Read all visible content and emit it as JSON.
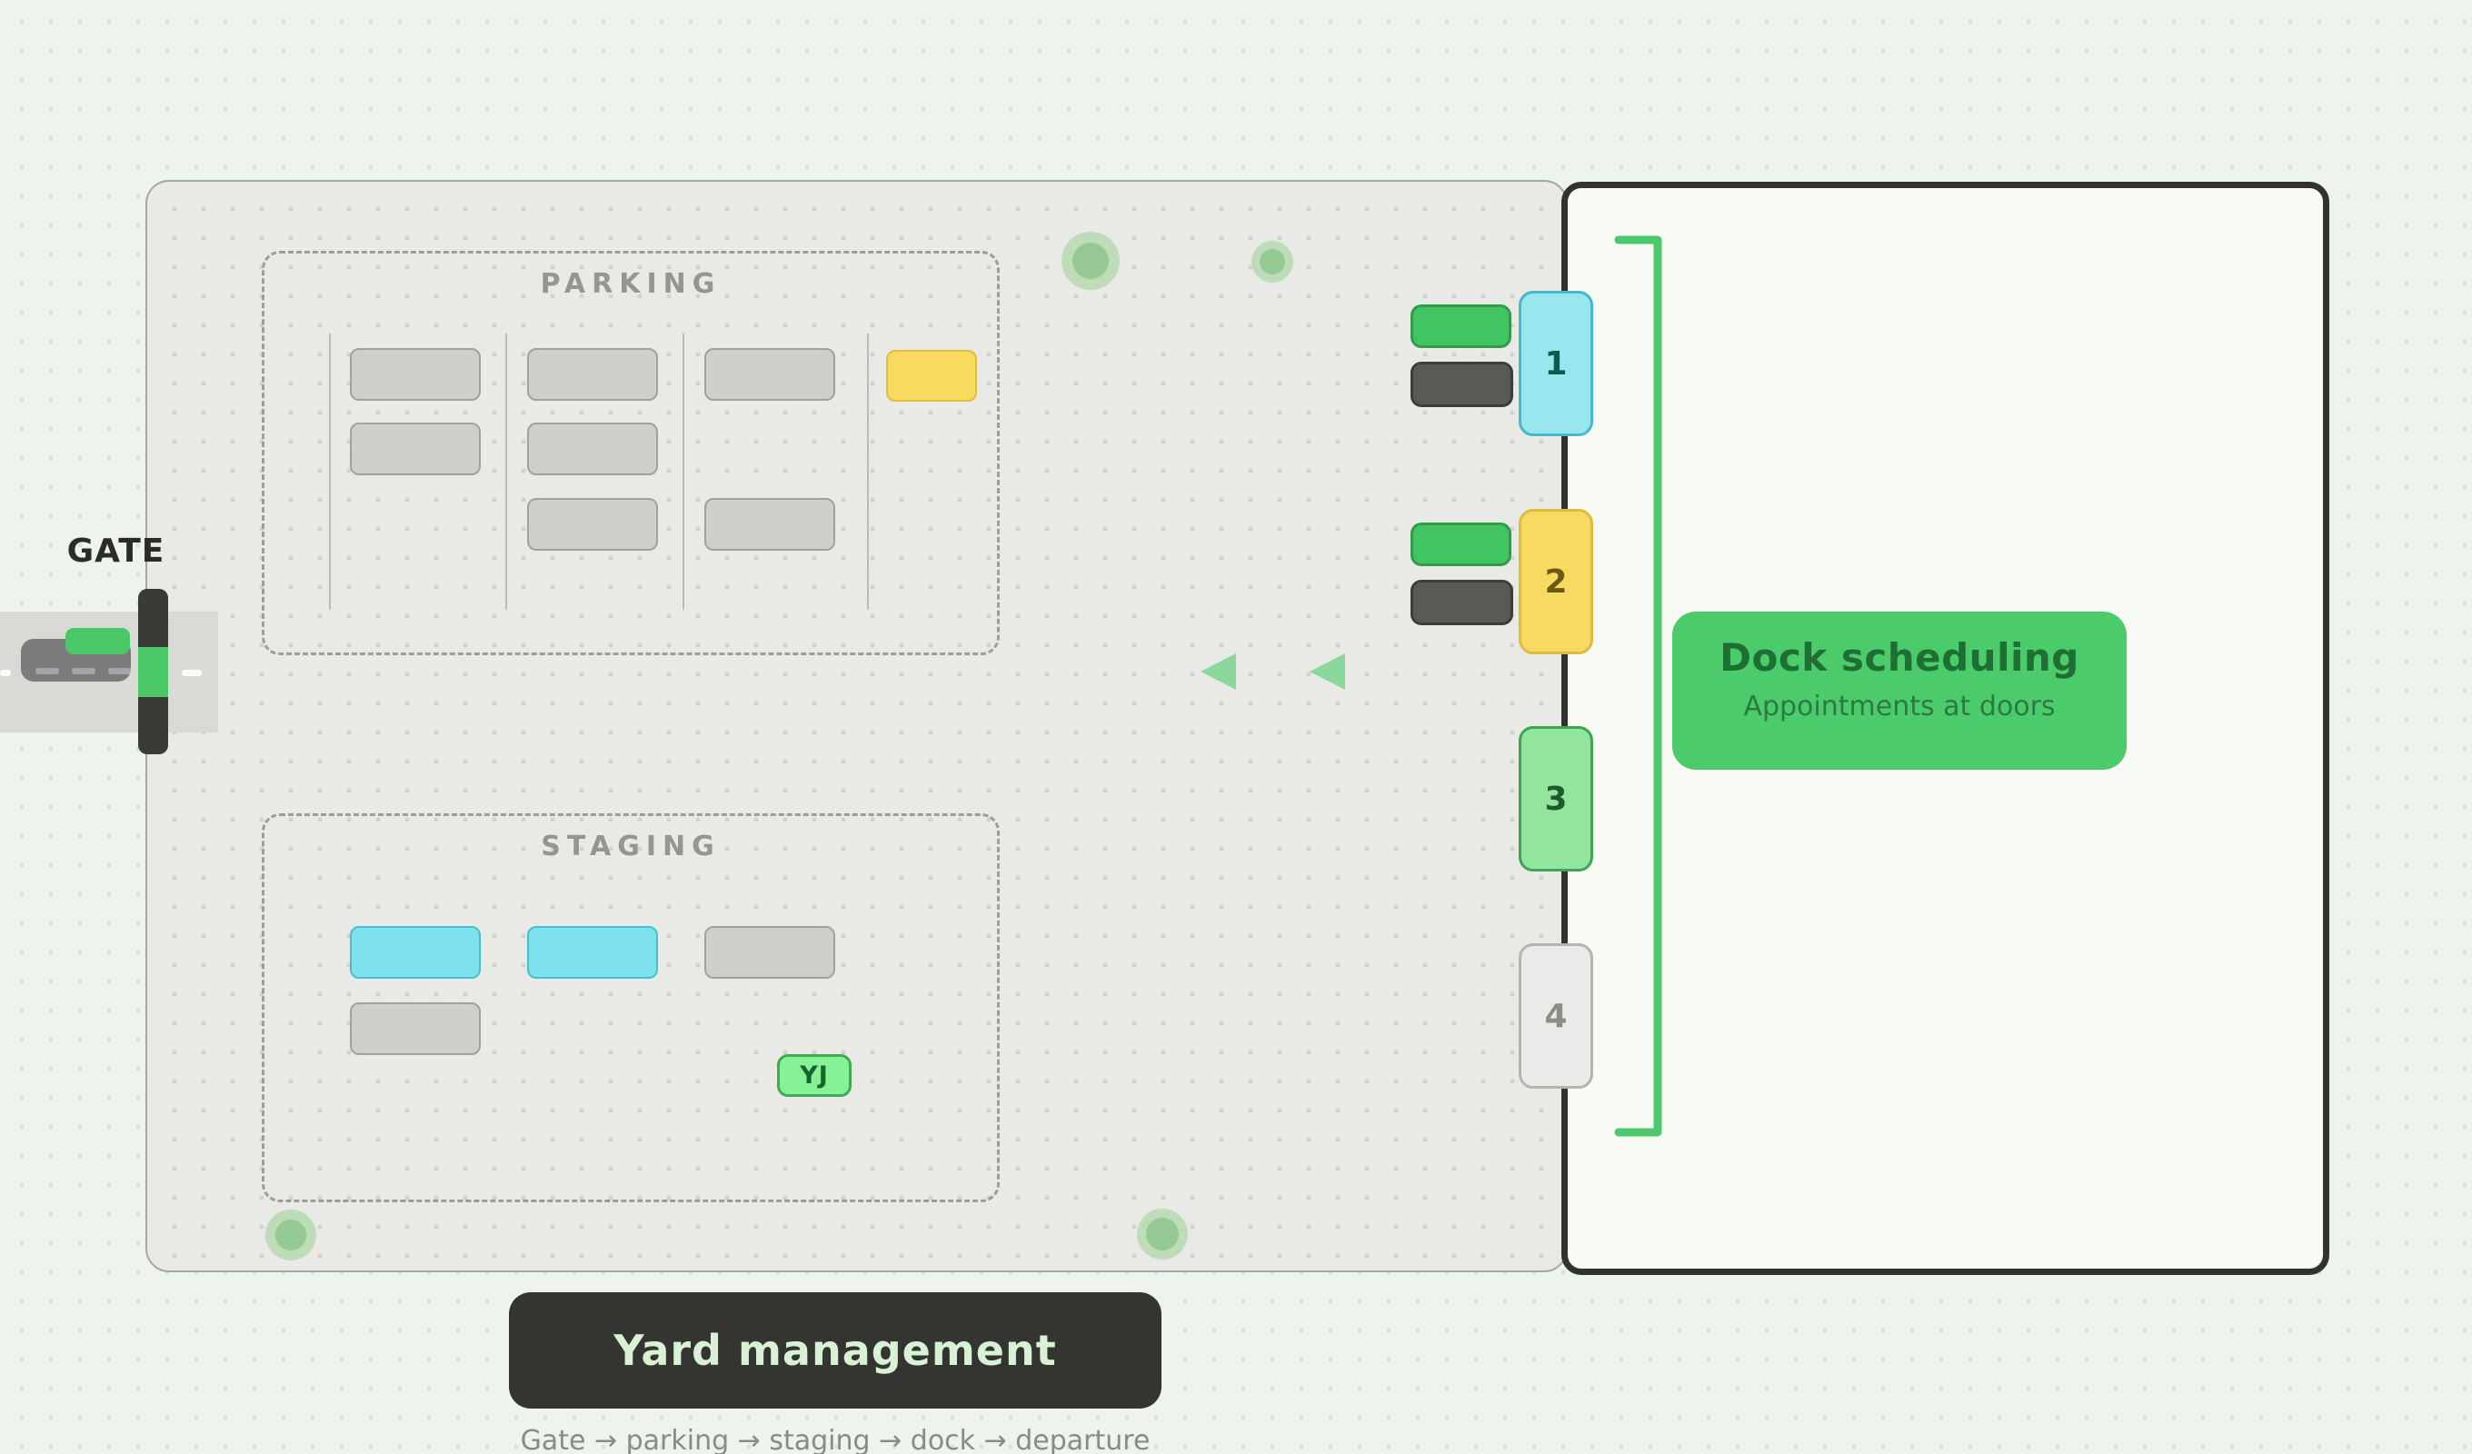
{
  "gate": {
    "label": "GATE"
  },
  "zones": {
    "parking": {
      "label": "PARKING",
      "slots": [
        {
          "col": 0,
          "row": 0,
          "type": "gray"
        },
        {
          "col": 0,
          "row": 1,
          "type": "gray"
        },
        {
          "col": 1,
          "row": 0,
          "type": "gray"
        },
        {
          "col": 1,
          "row": 1,
          "type": "gray"
        },
        {
          "col": 1,
          "row": 2,
          "type": "gray"
        },
        {
          "col": 2,
          "row": 0,
          "type": "gray"
        },
        {
          "col": 2,
          "row": 2,
          "type": "gray"
        },
        {
          "special": "reserved-yellow",
          "type": "yellow"
        }
      ]
    },
    "staging": {
      "label": "STAGING",
      "slots": [
        {
          "col": 0,
          "row": 0,
          "type": "cyan"
        },
        {
          "col": 1,
          "row": 0,
          "type": "cyan"
        },
        {
          "col": 2,
          "row": 0,
          "type": "gray"
        },
        {
          "col": 0,
          "row": 1,
          "type": "gray"
        }
      ],
      "yard_jockey": {
        "label": "YJ"
      }
    }
  },
  "docks": {
    "doors": [
      {
        "number": "1",
        "state": "cyan",
        "trucks_waiting": true
      },
      {
        "number": "2",
        "state": "yellow",
        "trucks_waiting": true
      },
      {
        "number": "3",
        "state": "green",
        "trucks_waiting": false
      },
      {
        "number": "4",
        "state": "gray",
        "trucks_waiting": false
      }
    ]
  },
  "scheduling_card": {
    "title": "Dock scheduling",
    "subtitle": "Appointments at doors"
  },
  "title_card": {
    "label": "Yard management"
  },
  "flow_caption": "Gate → parking → staging → dock → departure",
  "colors": {
    "page_bg": "#edf4ec",
    "yard_bg": "#e9e9e6",
    "panel_bg": "#f8faf4",
    "panel_border": "#32322e",
    "accent_green": "#4ccb6b",
    "truck_green": "#42c463",
    "truck_dark": "#595956",
    "slot_cyan": "#7ee1eb",
    "slot_yellow": "#f8da5e",
    "door_cyan": "#98e7ef",
    "door_yellow": "#f7da62",
    "door_green": "#93e49d",
    "door_gray": "#eaeae8",
    "title_card_bg": "#343431",
    "title_card_text": "#d9f2d6"
  }
}
